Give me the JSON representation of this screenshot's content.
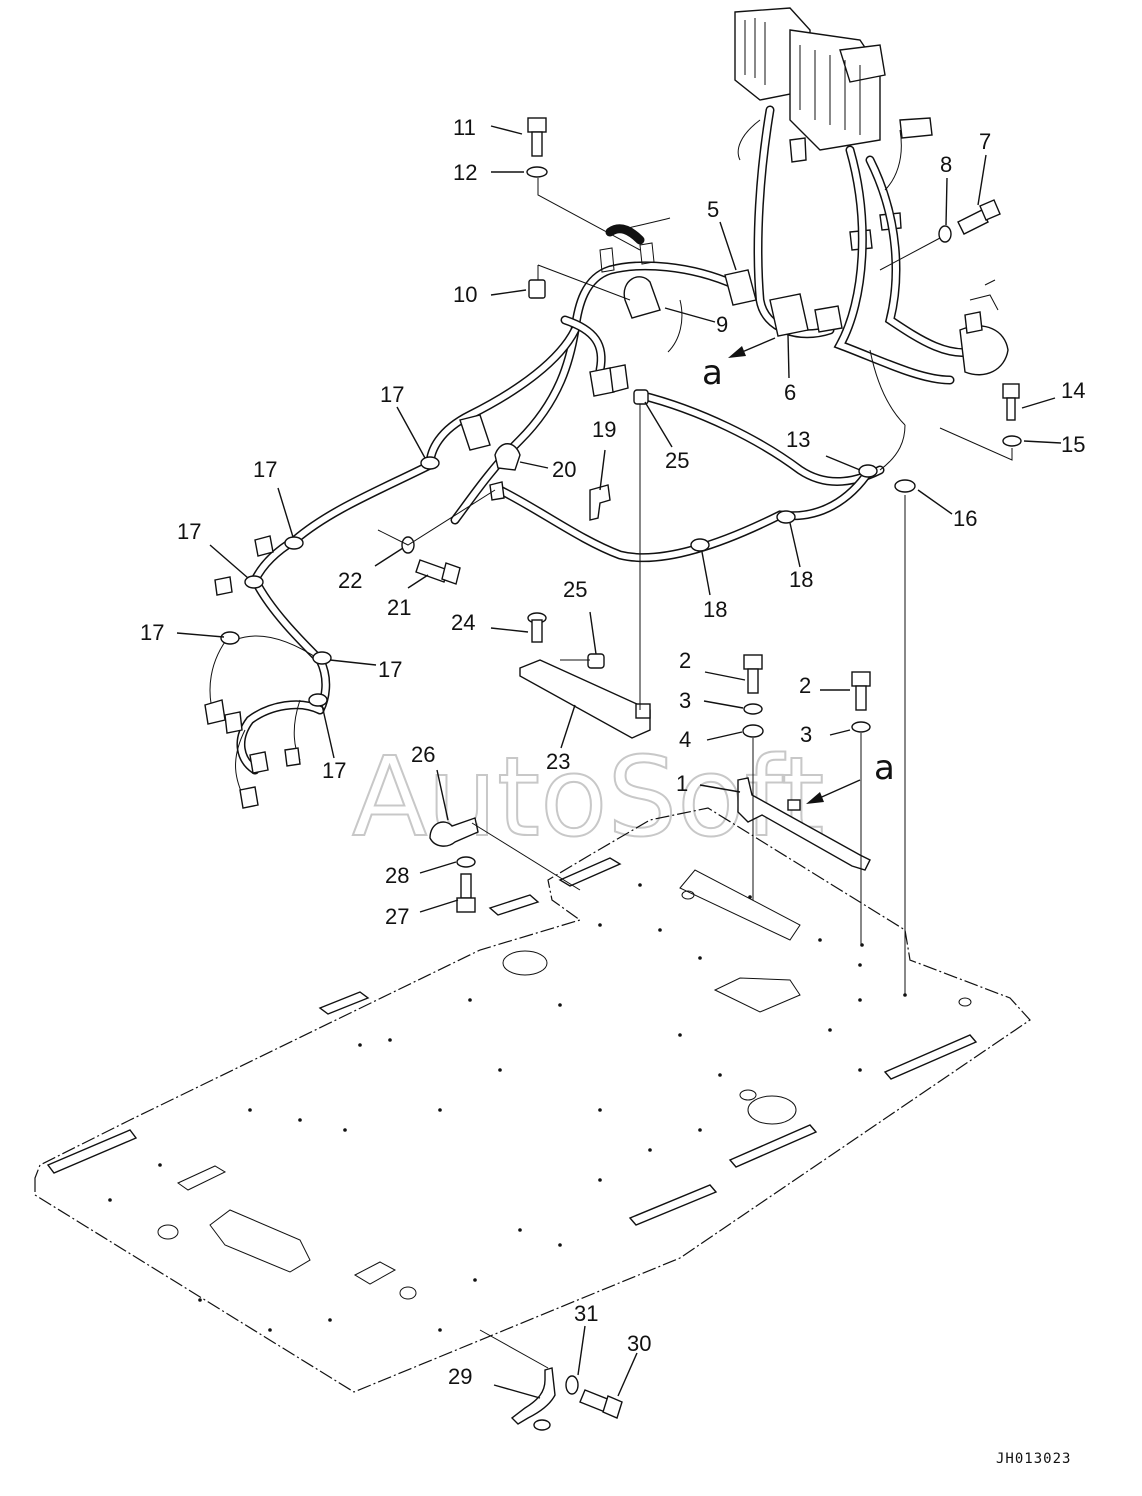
{
  "callouts": {
    "c1": "1",
    "c2a": "2",
    "c2b": "2",
    "c3a": "3",
    "c3b": "3",
    "c4": "4",
    "c5": "5",
    "c6": "6",
    "c7": "7",
    "c8": "8",
    "c9": "9",
    "c10": "10",
    "c11": "11",
    "c12": "12",
    "c13": "13",
    "c14": "14",
    "c15": "15",
    "c16": "16",
    "c17a": "17",
    "c17b": "17",
    "c17c": "17",
    "c17d": "17",
    "c17e": "17",
    "c17f": "17",
    "c18a": "18",
    "c18b": "18",
    "c19": "19",
    "c20": "20",
    "c21": "21",
    "c22": "22",
    "c23": "23",
    "c24": "24",
    "c25a": "25",
    "c25b": "25",
    "c26": "26",
    "c27": "27",
    "c28": "28",
    "c29": "29",
    "c30": "30",
    "c31": "31"
  },
  "view_letters": {
    "a1": "a",
    "a2": "a"
  },
  "watermark": "AutoSoft",
  "drawing_id": "JH013023"
}
